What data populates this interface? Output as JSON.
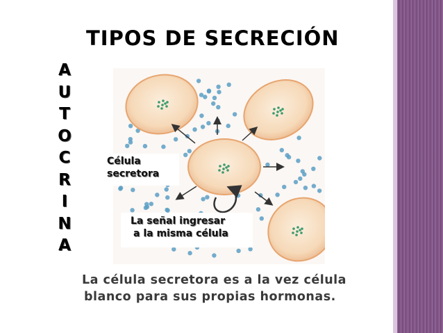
{
  "slide": {
    "title": "TIPOS DE SECRECIÓN",
    "vertical_letters": [
      "A",
      "U",
      "T",
      "O",
      "C",
      "R",
      "I",
      "N",
      "A"
    ],
    "label_cell": [
      "Célula",
      "secretora"
    ],
    "label_signal": [
      "La señal ingresar",
      "a la misma célula"
    ],
    "caption_lines": [
      "La célula secretora es a la vez célula",
      "blanco para sus propias hormonas."
    ]
  },
  "colors": {
    "side_bar": "#7a4f80",
    "cell_fill": "#f6d9b8",
    "cell_outline": "#e7a56f",
    "signal_dots": "#5b9fc4"
  }
}
